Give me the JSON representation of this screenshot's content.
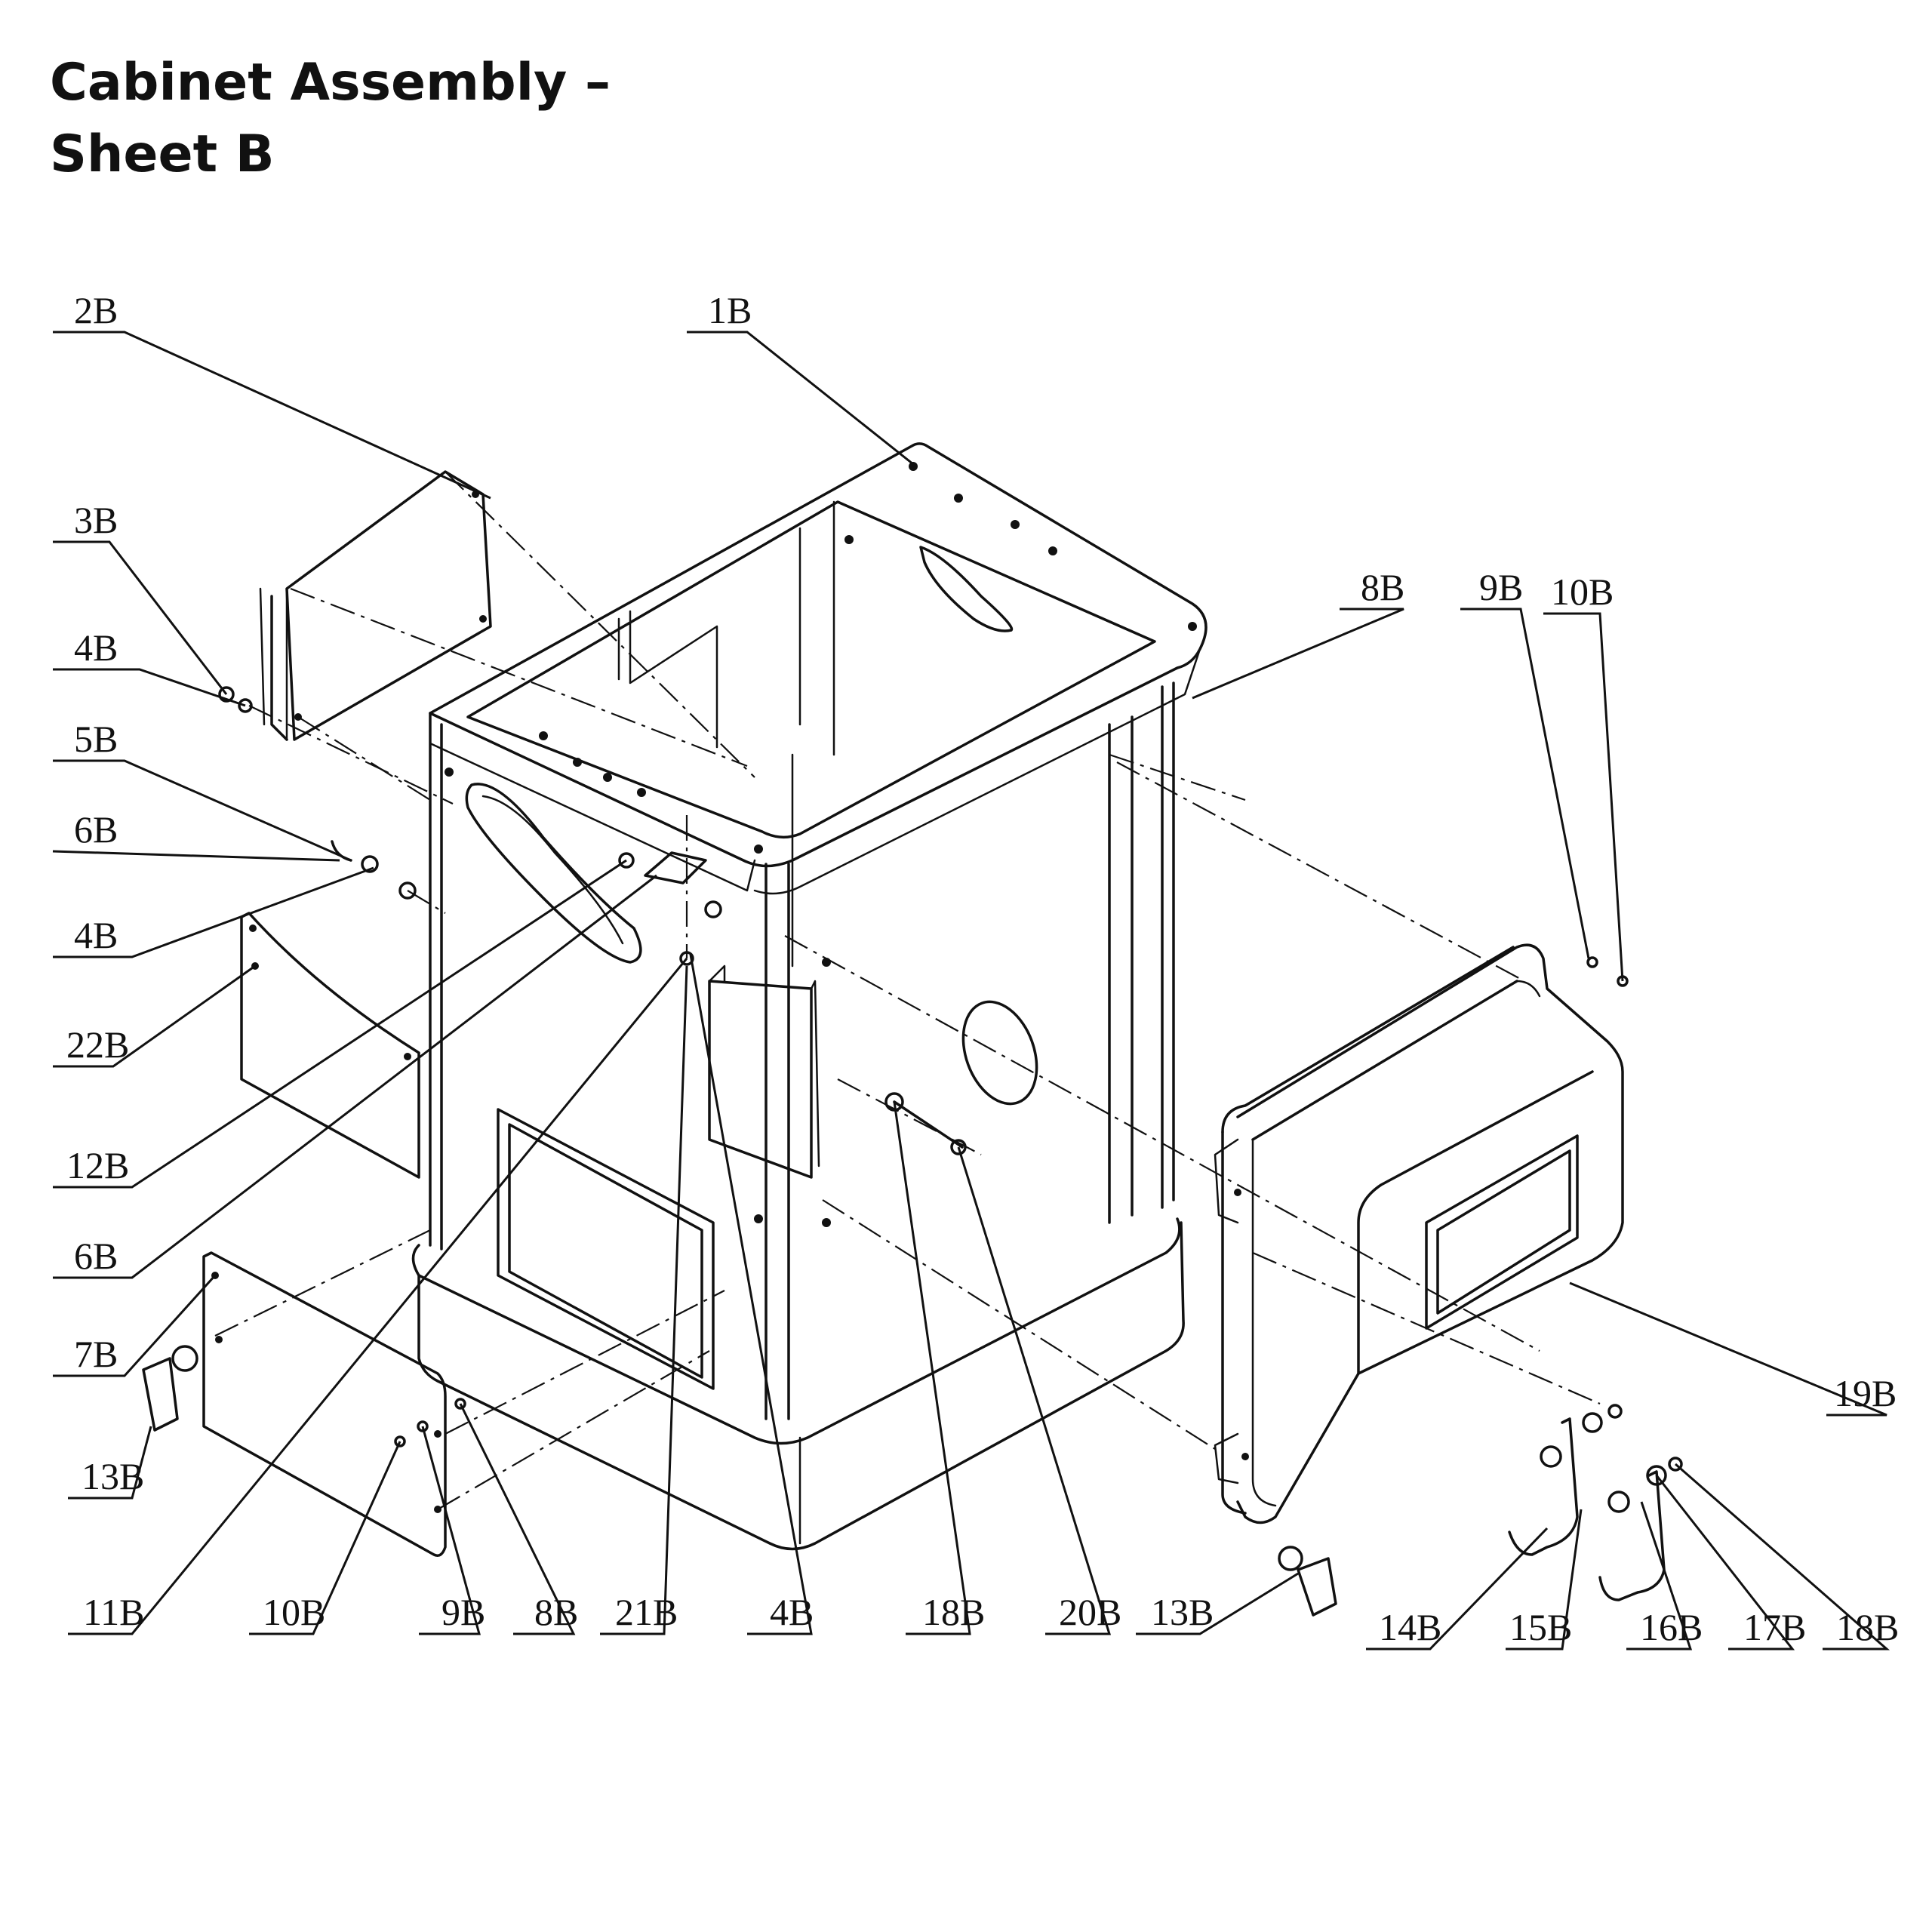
{
  "title_line1": "Cabinet Assembly –",
  "title_line2": "Sheet B",
  "callouts": [
    "2B",
    "1B",
    "3B",
    "4B",
    "5B",
    "6B",
    "4B",
    "22B",
    "12B",
    "6B",
    "7B",
    "13B",
    "8B",
    "9B",
    "10B",
    "19B",
    "11B",
    "10B",
    "9B",
    "8B",
    "21B",
    "4B",
    "18B",
    "20B",
    "13B",
    "14B",
    "15B",
    "16B",
    "17B",
    "18B"
  ]
}
